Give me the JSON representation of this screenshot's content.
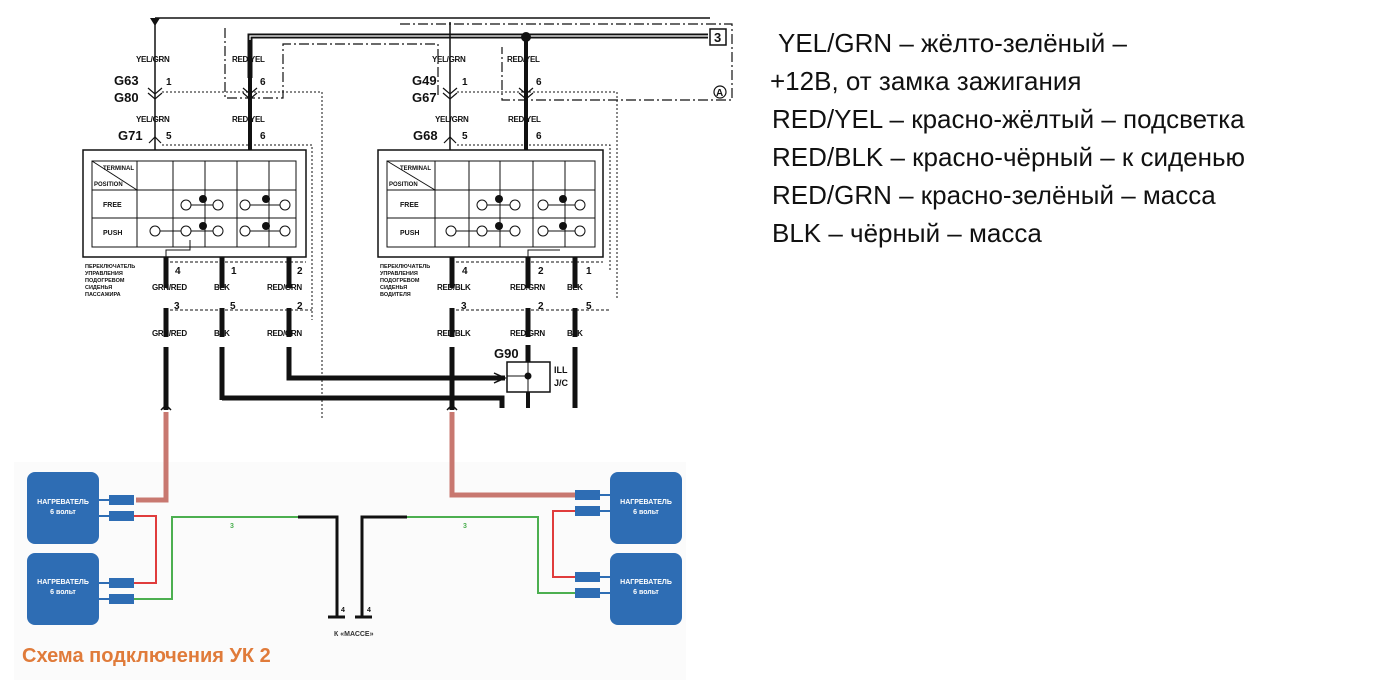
{
  "diagram": {
    "passenger": {
      "top_wire": "YEL/GRN",
      "top_conn_a": "G63",
      "top_conn_b": "G80",
      "pin_1": "1",
      "pin_6_a": "6",
      "backlight_wire": "RED/YEL",
      "lower_wire": "YEL/GRN",
      "lower_conn": "G71",
      "pin_5": "5",
      "pin_6_b": "6",
      "lower_backlight_wire": "RED/YEL",
      "switch_label": "ПЕРЕКЛЮЧАТЕЛЬ УПРАВЛЕНИЯ ПОДОГРЕВОМ СИДЕНЬЯ ПАССАЖИРА",
      "out_wires": [
        {
          "pin_top": "4",
          "name": "GRN/RED",
          "pin_bottom": "3"
        },
        {
          "pin_top": "1",
          "name": "BLK",
          "pin_bottom": "5"
        },
        {
          "pin_top": "2",
          "name": "RED/GRN",
          "pin_bottom": "2"
        }
      ]
    },
    "driver": {
      "top_wire": "YEL/GRN",
      "top_conn_a": "G49",
      "top_conn_b": "G67",
      "pin_1": "1",
      "pin_6_a": "6",
      "backlight_wire": "RED/YEL",
      "lower_wire": "YEL/GRN",
      "lower_conn": "G68",
      "pin_5": "5",
      "pin_6_b": "6",
      "lower_backlight_wire": "RED/YEL",
      "switch_label": "ПЕРЕКЛЮЧАТЕЛЬ УПРАВЛЕНИЯ ПОДОГРЕВОМ СИДЕНЬЯ ВОДИТЕЛЯ",
      "out_wires": [
        {
          "pin_top": "4",
          "name": "RED/BLK",
          "pin_bottom": "3"
        },
        {
          "pin_top": "2",
          "name": "RED/GRN",
          "pin_bottom": "2"
        },
        {
          "pin_top": "1",
          "name": "BLK",
          "pin_bottom": "5"
        }
      ]
    },
    "switch_table": {
      "header_terminal": "TERMINAL",
      "header_position": "POSITION",
      "row_free": "FREE",
      "row_push": "PUSH"
    },
    "junction": {
      "conn": "G90",
      "label_1": "ILL",
      "label_2": "J/C"
    },
    "ref_box": "3",
    "ref_circle": "A",
    "heaters": {
      "title": "НАГРЕВАТЕЛЬ",
      "subtitle": "6 вольт",
      "wire_number": "3",
      "ground_pin": "4",
      "ground_label": "К «МАССЕ»"
    },
    "bottom_title": "Схема подключения УК 2"
  },
  "legend": [
    "YEL/GRN – жёлто-зелёный –",
    "+12В, от замка зажигания",
    " RED/YEL – красно-жёлтый – подсветка",
    " RED/BLK – красно-чёрный – к сиденью",
    " RED/GRN – красно-зелёный – масса",
    " BLK – чёрный – масса"
  ],
  "colors": {
    "heater_fill": "#2e6db4",
    "power_wire": "#c87870",
    "red_wire": "#e03c3c",
    "green_wire": "#4caf50",
    "title_orange": "#e07b3a"
  }
}
